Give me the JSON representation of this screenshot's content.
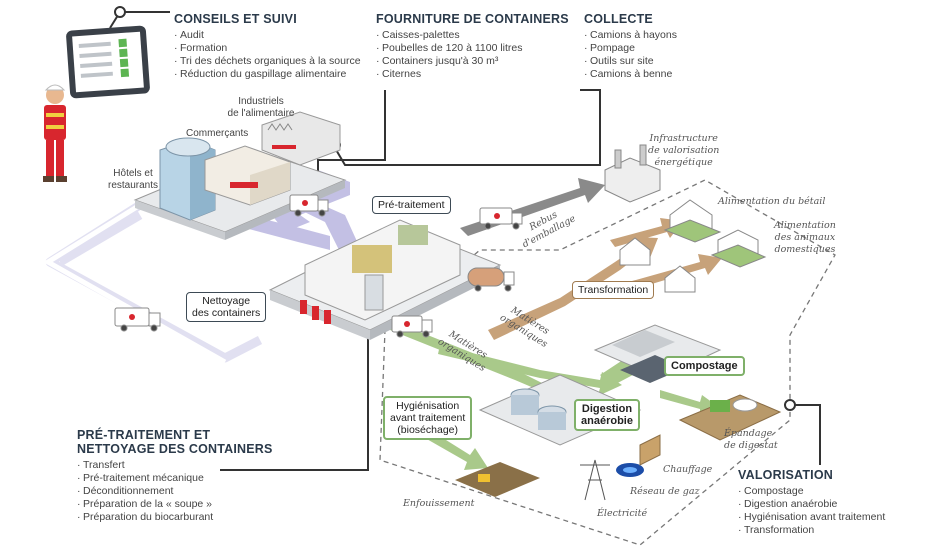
{
  "sections": {
    "conseils": {
      "title": "CONSEILS ET SUIVI",
      "items": [
        "Audit",
        "Formation",
        "Tri des déchets organiques à la source",
        "Réduction du gaspillage alimentaire"
      ]
    },
    "fourniture": {
      "title": "FOURNITURE DE CONTAINERS",
      "items": [
        "Caisses-palettes",
        "Poubelles de 120 à 1100 litres",
        "Containers jusqu'à 30 m³",
        "Citernes"
      ]
    },
    "collecte": {
      "title": "COLLECTE",
      "items": [
        "Camions à hayons",
        "Pompage",
        "Outils sur site",
        "Camions à benne"
      ]
    },
    "pretraitement": {
      "title_line1": "PRÉ-TRAITEMENT ET",
      "title_line2": "NETTOYAGE DES CONTAINERS",
      "items": [
        "Transfert",
        "Pré-traitement mécanique",
        "Déconditionnement",
        "Préparation de la « soupe »",
        "Préparation du biocarburant"
      ]
    },
    "valorisation": {
      "title": "VALORISATION",
      "items": [
        "Compostage",
        "Digestion anaérobie",
        "Hygiénisation avant traitement",
        "Transformation"
      ]
    }
  },
  "sources": {
    "industriels_line1": "Industriels",
    "industriels_line2": "de l'alimentaire",
    "commercants": "Commerçants",
    "hotels_line1": "Hôtels et",
    "hotels_line2": "restaurants"
  },
  "boxes": {
    "pretraitement": "Pré-traitement",
    "nettoyage_line1": "Nettoyage",
    "nettoyage_line2": "des containers",
    "transformation": "Transformation",
    "compostage": "Compostage",
    "digestion_line1": "Digestion",
    "digestion_line2": "anaérobie",
    "hygienisation_line1": "Hygiénisation",
    "hygienisation_line2": "avant traitement",
    "hygienisation_line3": "(bioséchage)"
  },
  "flow_labels": {
    "rebus_line1": "Rebus",
    "rebus_line2": "d'emballage",
    "matieres_a_line1": "Matières",
    "matieres_a_line2": "organiques",
    "matieres_b_line1": "Matières",
    "matieres_b_line2": "organiques"
  },
  "destinations": {
    "infra_line1": "Infrastructure",
    "infra_line2": "de valorisation",
    "infra_line3": "énergétique",
    "betail": "Alimentation du bétail",
    "animaux_line1": "Alimentation",
    "animaux_line2": "des animaux",
    "animaux_line3": "domestiques",
    "epandage_line1": "Épandage",
    "epandage_line2": "de digestat",
    "chauffage": "Chauffage",
    "reseau_gaz": "Réseau de gaz",
    "electricite": "Électricité",
    "enfouissement": "Enfouissement"
  },
  "colors": {
    "green_flow": "#a9c98a",
    "brown_flow": "#c7a27a",
    "grey_flow": "#8a8a8a",
    "purple_flow": "#b9b6e0",
    "accent_red": "#d8262e"
  }
}
